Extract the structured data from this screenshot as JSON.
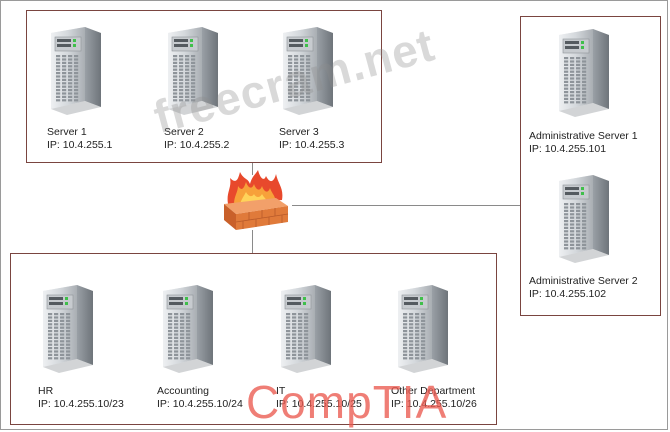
{
  "top_servers": [
    {
      "name": "Server 1",
      "ip": "IP: 10.4.255.1"
    },
    {
      "name": "Server 2",
      "ip": "IP: 10.4.255.2"
    },
    {
      "name": "Server 3",
      "ip": "IP: 10.4.255.3"
    }
  ],
  "admin_servers": [
    {
      "name": "Administrative Server 1",
      "ip": "IP: 10.4.255.101"
    },
    {
      "name": "Administrative Server 2",
      "ip": "IP: 10.4.255.102"
    }
  ],
  "department_servers": [
    {
      "name": "HR",
      "ip": "IP: 10.4.255.10/23"
    },
    {
      "name": "Accounting",
      "ip": "IP: 10.4.255.10/24"
    },
    {
      "name": "IT",
      "ip": "IP: 10.4.255.10/25"
    },
    {
      "name": "Other Department",
      "ip": "IP: 10.4.255.10/26"
    }
  ],
  "watermark": "freecram.net",
  "overlay_logo": "CompTIA",
  "icons": {
    "server": "server-tower-icon",
    "firewall": "firewall-icon"
  },
  "colors": {
    "group_border": "#7a4540",
    "link_line": "#8a8a8a",
    "flame": "#e8492c",
    "brick": "#e07a3a"
  }
}
